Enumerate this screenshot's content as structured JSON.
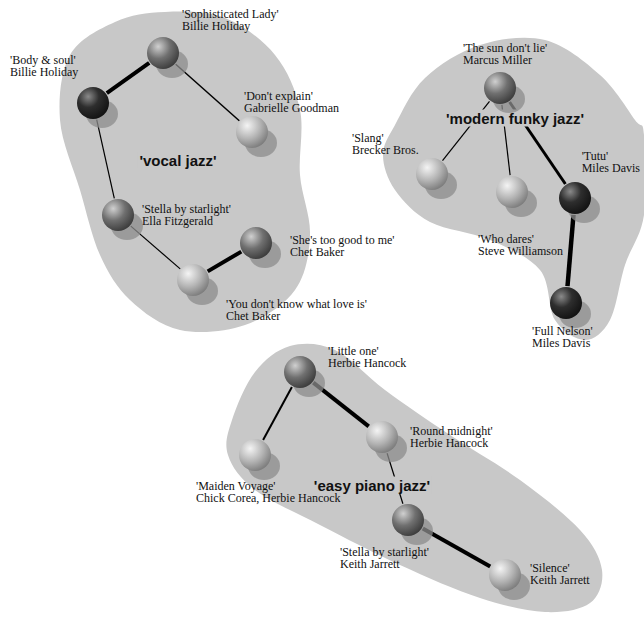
{
  "diagram": {
    "nodes": [
      {
        "text": [
          "'vocal jazz'"
        ]
      },
      {
        "text": [
          "'Sophisticated Lady'",
          "Billie Holiday"
        ],
        "in": 0
      },
      {
        "text": [
          "'Body & soul'",
          "Billie Holiday"
        ],
        "in": 0
      },
      {
        "text": [
          "'Don't explain'",
          "Gabrielle Goodman"
        ],
        "in": 0
      },
      {
        "text": [
          "'Stella by starlight'",
          "Ella Fitzgerald"
        ],
        "in": 0
      },
      {
        "text": [
          "'She's too good to me'",
          "Chet Baker"
        ],
        "in": 0
      },
      {
        "text": [
          "'You don't know what love is'",
          "Chet Baker"
        ],
        "in": 0
      },
      {
        "text": [
          "'modern funky jazz'"
        ]
      },
      {
        "text": [
          "'The sun don't lie'",
          "Marcus Miller"
        ],
        "in": 7
      },
      {
        "text": [
          "'Slang'",
          "Brecker Bros."
        ],
        "in": 7
      },
      {
        "text": [
          "'Tutu'",
          "Miles Davis"
        ],
        "in": 7
      },
      {
        "text": [
          "'Who dares'",
          "Steve Williamson"
        ],
        "in": 7
      },
      {
        "text": [
          "'Full Nelson'",
          "Miles Davis"
        ],
        "in": 7
      },
      {
        "text": [
          "'easy piano jazz'"
        ]
      },
      {
        "text": [
          "'Little one'",
          "Herbie Hancock"
        ],
        "in": 13
      },
      {
        "text": [
          "'Round midnight'",
          "Herbie Hancock"
        ],
        "in": 13
      },
      {
        "text": [
          "'Maiden Voyage'",
          "Chick Corea, Herbie Hancock"
        ],
        "in": 13
      },
      {
        "text": [
          "'Stella by starlight'",
          "Keith Jarrett"
        ],
        "in": 13
      },
      {
        "text": [
          "'Silence'",
          "Keith Jarrett"
        ],
        "in": 13
      }
    ],
    "edges": [
      {
        "from": 2,
        "to": 1,
        "arrow": "none"
      },
      {
        "from": 1,
        "to": 3,
        "arrow": "none"
      },
      {
        "from": 2,
        "to": 4,
        "arrow": "none"
      },
      {
        "from": 4,
        "to": 6,
        "arrow": "none"
      },
      {
        "from": 6,
        "to": 5,
        "arrow": "none"
      },
      {
        "from": 8,
        "to": 9,
        "arrow": "none"
      },
      {
        "from": 8,
        "to": 11,
        "arrow": "none"
      },
      {
        "from": 8,
        "to": 10,
        "arrow": "none"
      },
      {
        "from": 10,
        "to": 12,
        "arrow": "none"
      },
      {
        "from": 14,
        "to": 16,
        "arrow": "none"
      },
      {
        "from": 14,
        "to": 15,
        "arrow": "none"
      },
      {
        "from": 15,
        "to": 17,
        "arrow": "none"
      },
      {
        "from": 17,
        "to": 18,
        "arrow": "none"
      }
    ]
  }
}
